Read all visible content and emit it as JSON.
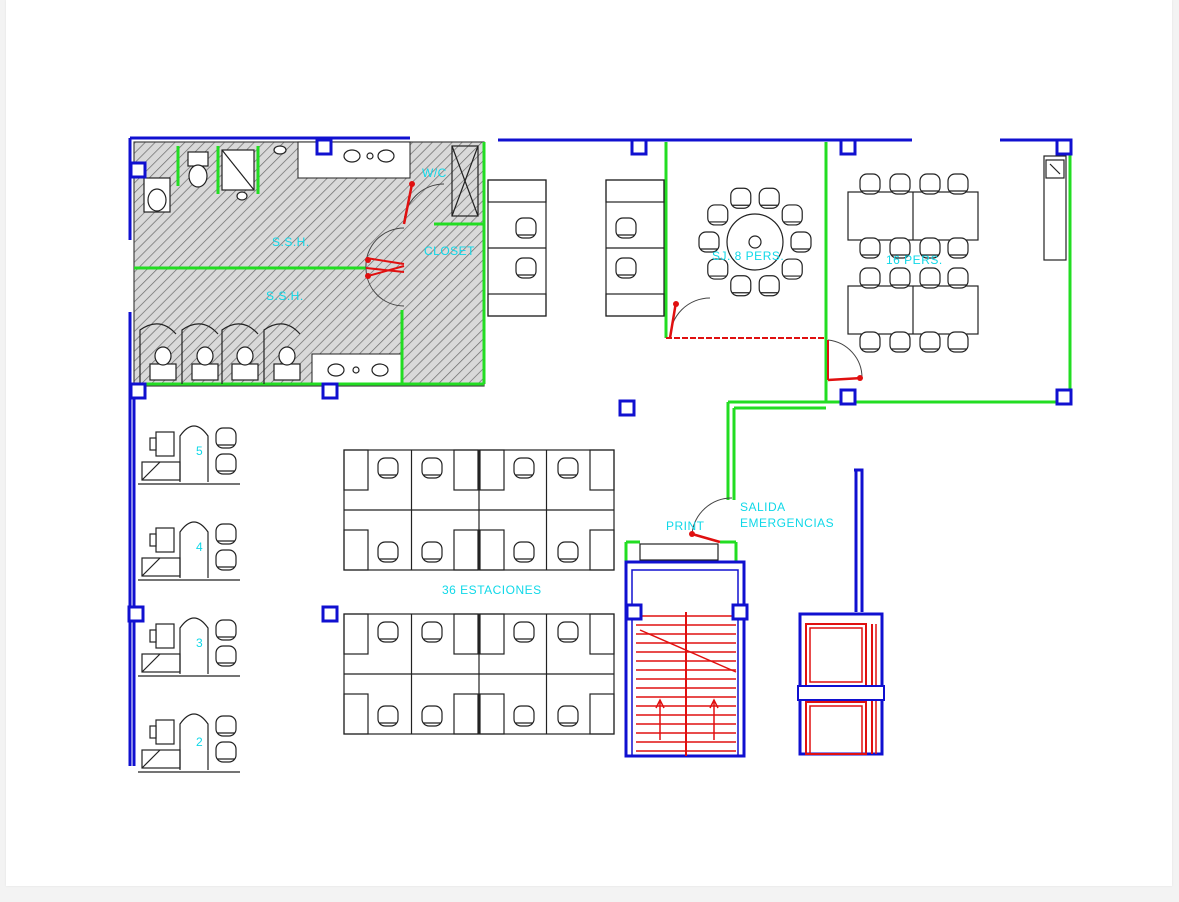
{
  "labels": {
    "sshh_top": "S.S.H.",
    "sshh_bottom": "S.S.H.",
    "wc": "W/C",
    "closet": "CLOSET",
    "meeting_round": "SJ. 8 PERS.",
    "meeting_large": "16 PERS.",
    "stations": "36 ESTACIONES",
    "print": "PRINT",
    "exit_line1": "SALIDA",
    "exit_line2": "EMERGENCIAS",
    "office_5": "5",
    "office_4": "4",
    "office_3": "3",
    "office_2": "2"
  },
  "colors": {
    "wall_blue": "#1010d0",
    "partition_green": "#22dd22",
    "stairs_red": "#e01010",
    "label_cyan": "#10d8e8",
    "furniture": "#222222",
    "hatch": "#777777"
  }
}
